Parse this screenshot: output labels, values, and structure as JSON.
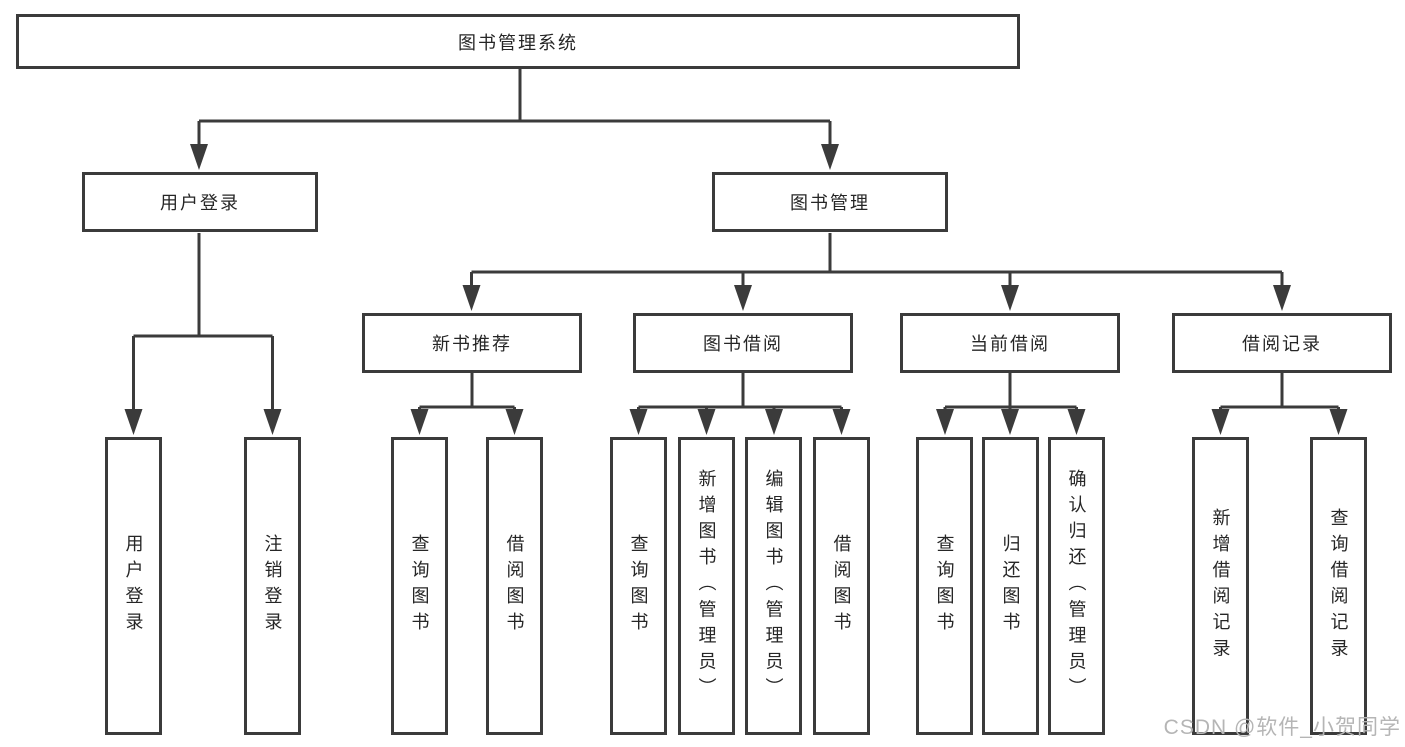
{
  "tree": {
    "label": "图书管理系统",
    "children": [
      {
        "label": "用户登录",
        "children": [
          {
            "label": "用户登录"
          },
          {
            "label": "注销登录"
          }
        ]
      },
      {
        "label": "图书管理",
        "children": [
          {
            "label": "新书推荐",
            "children": [
              {
                "label": "查询图书"
              },
              {
                "label": "借阅图书"
              }
            ]
          },
          {
            "label": "图书借阅",
            "children": [
              {
                "label": "查询图书"
              },
              {
                "label": "新增图书（管理员）"
              },
              {
                "label": "编辑图书（管理员）"
              },
              {
                "label": "借阅图书"
              }
            ]
          },
          {
            "label": "当前借阅",
            "children": [
              {
                "label": "查询图书"
              },
              {
                "label": "归还图书"
              },
              {
                "label": "确认归还（管理员）"
              }
            ]
          },
          {
            "label": "借阅记录",
            "children": [
              {
                "label": "新增借阅记录"
              },
              {
                "label": "查询借阅记录"
              }
            ]
          }
        ]
      }
    ]
  },
  "watermark": "CSDN @软件_小贺同学",
  "colors": {
    "line": "#3b3b3b",
    "text": "#262626",
    "watermark": "#b5b5b5",
    "background": "#ffffff"
  }
}
